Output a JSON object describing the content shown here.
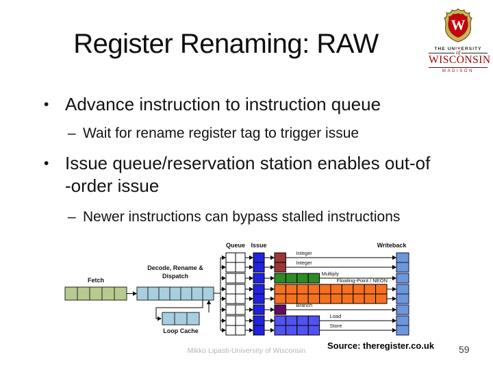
{
  "slide": {
    "title": "Register Renaming: RAW",
    "bullets": [
      {
        "marker": "•",
        "lines": [
          "Advance instruction to instruction queue"
        ]
      },
      {
        "marker": "–",
        "lines": [
          "Wait for rename register tag to trigger issue"
        ]
      },
      {
        "marker": "•",
        "lines": [
          "Issue queue/reservation station enables out-of",
          "-order issue"
        ]
      },
      {
        "marker": "–",
        "lines": [
          "Newer instructions can bypass stalled instructions"
        ]
      }
    ],
    "source_credit": "Source: theregister.co.uk",
    "footer": "Mikko Lipasti-University of Wisconsin",
    "page_number": "59"
  },
  "logo": {
    "monogram": "W",
    "line1": "THE UNIVERSITY",
    "line2": "of",
    "line3": "WISCONSIN",
    "line4": "MADISON",
    "shield_red": "#c5050c",
    "crest_gold": "#d2b35a",
    "wordmark_red": "#9b0000"
  },
  "diagram": {
    "stage_labels": {
      "fetch": "Fetch",
      "decode_line1": "Decode, Rename &",
      "decode_line2": "Dispatch",
      "loop_cache": "Loop Cache",
      "queue": "Queue",
      "issue": "Issue",
      "writeback": "Writeback"
    },
    "colors": {
      "fetch": "#b7cb8f",
      "decode": "#a8cfe0",
      "queue": "#ffffff",
      "issue": "#2222dd",
      "writeback": "#6c97d8",
      "writeback_border": "#10104a",
      "line": "#000000"
    },
    "fetch_cells": 5,
    "decode_cells": 7,
    "loop_cache_cells": 3,
    "queue_cols": 2,
    "exec_rows": [
      {
        "unit": "integer",
        "cells": 1,
        "color": "#993737",
        "label": "Integer",
        "label_style": "line"
      },
      {
        "unit": "integer",
        "cells": 1,
        "color": "#993737",
        "label": "Integer",
        "label_style": "line"
      },
      {
        "unit": "multiply",
        "cells": 4,
        "color": "#2e8b26",
        "label": "Multiply",
        "label_style": "end"
      },
      {
        "unit": "fp-neon",
        "cells": 10,
        "color": "#f57120",
        "label": "",
        "label_style": "none"
      },
      {
        "unit": "fp-neon",
        "cells": 10,
        "color": "#f57120",
        "label": "Floating-Point / NEON",
        "label_style": "above-end"
      },
      {
        "unit": "branch",
        "cells": 1,
        "color": "#620d62",
        "label": "Branch",
        "label_style": "line"
      },
      {
        "unit": "load-store",
        "cells": 4,
        "color": "#5252f0",
        "label": "Load",
        "label_style": "line"
      },
      {
        "unit": "load-store",
        "cells": 4,
        "color": "#5252f0",
        "label": "Store",
        "label_style": "line"
      }
    ]
  }
}
